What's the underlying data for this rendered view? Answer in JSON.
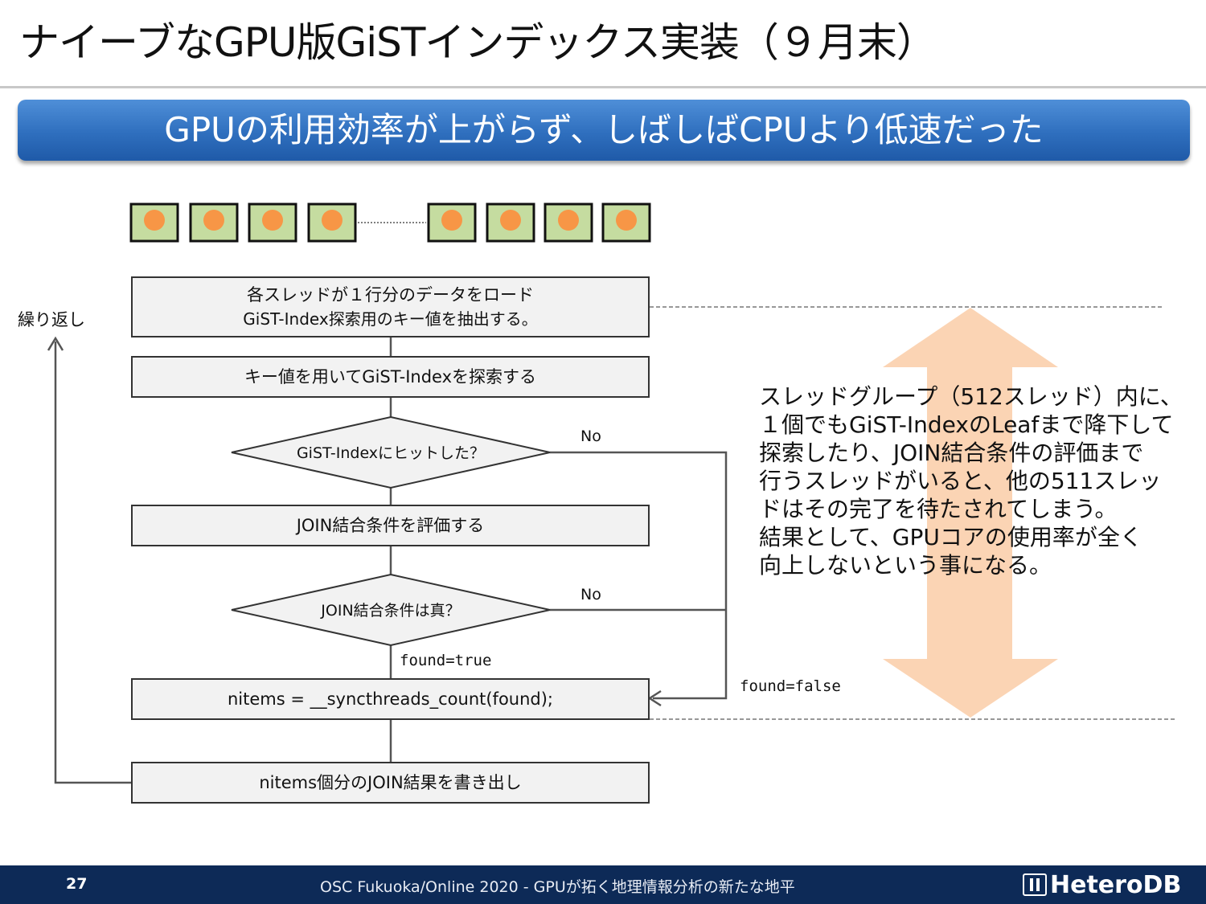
{
  "title": "ナイーブなGPU版GiSTインデックス実装（９月末）",
  "banner": "GPUの利用効率が上がらず、しばしばCPUより低速だった",
  "loop_label": "繰り返し",
  "flow": {
    "step1_line1": "各スレッドが１行分のデータをロード",
    "step1_line2": "GiST-Index探索用のキー値を抽出する。",
    "step2": "キー値を用いてGiST-Indexを探索する",
    "decision1": "GiST-Indexにヒットした？",
    "step3": "JOIN結合条件を評価する",
    "decision2": "JOIN結合条件は真？",
    "step4": "nitems = __syncthreads_count(found);",
    "step5": "nitems個分のJOIN結果を書き出し",
    "no1": "No",
    "no2": "No",
    "found_true": "found=true",
    "found_false": "found=false"
  },
  "note_lines": [
    "スレッドグループ（512スレッド）内に、",
    "１個でもGiST-IndexのLeafまで降下して",
    "探索したり、JOIN結合条件の評価まで",
    "行うスレッドがいると、他の511スレッ",
    "ドはその完了を待たされてしまう。",
    "結果として、GPUコアの使用率が全く",
    "向上しないという事になる。"
  ],
  "footer": {
    "page": "27",
    "text": "OSC Fukuoka/Online 2020 - GPUが拓く地理情報分析の新たな地平",
    "brand": "HeteroDB"
  },
  "colors": {
    "banner": "#2f6fbe",
    "thread_fill": "#c5dca0",
    "thread_dot": "#f79646",
    "arrow": "#fbd4b4",
    "footer": "#0d2a57"
  }
}
